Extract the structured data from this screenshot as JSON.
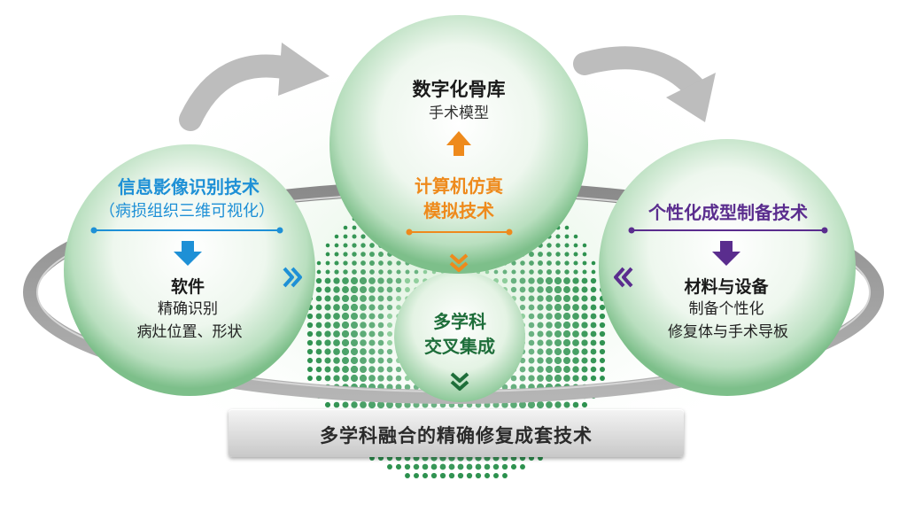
{
  "colors": {
    "green_dark": "#1e6e3a",
    "blue": "#1e90d6",
    "orange": "#ee8a1c",
    "purple": "#5a2d8e",
    "text_dark": "#222222",
    "arrow_gray": "#b9b9b9"
  },
  "icons": {
    "up_arrow": "orange-up-arrow-icon",
    "down_arrow_left": "blue-down-arrow-icon",
    "down_arrow_right": "purple-down-arrow-icon",
    "chevrons": "double-chevron-icon"
  },
  "top_circle": {
    "title": "数字化骨库",
    "subtitle": "手术模型",
    "tech_line1": "计算机仿真",
    "tech_line2": "模拟技术"
  },
  "left_circle": {
    "title": "信息影像识别技术",
    "subtitle": "（病损组织三维可视化）",
    "output_title": "软件",
    "output_line1": "精确识别",
    "output_line2": "病灶位置、形状"
  },
  "right_circle": {
    "title": "个性化成型制备技术",
    "output_title": "材料与设备",
    "output_line1": "制备个性化",
    "output_line2": "修复体与手术导板"
  },
  "center_circle": {
    "line1": "多学科",
    "line2": "交叉集成"
  },
  "banner": {
    "text": "多学科融合的精确修复成套技术"
  }
}
